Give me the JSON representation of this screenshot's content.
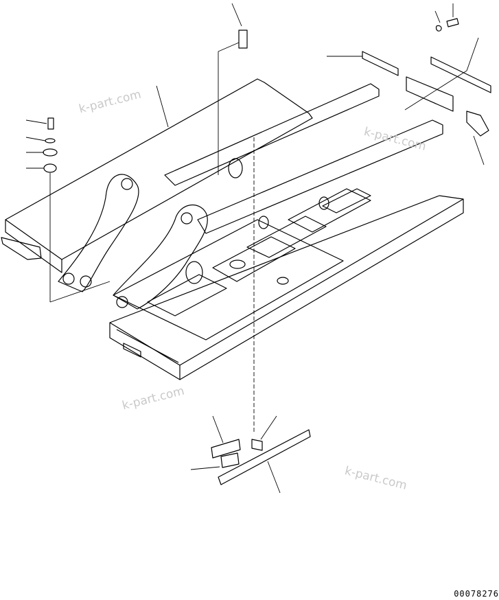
{
  "diagram": {
    "watermarks": [
      "k-part.com",
      "k-part.com",
      "k-part.com",
      "k-part.com"
    ],
    "drawing_number": "00078276"
  },
  "colors": {
    "line": "#000000",
    "background": "#ffffff",
    "watermark": "#c9c9c9"
  }
}
